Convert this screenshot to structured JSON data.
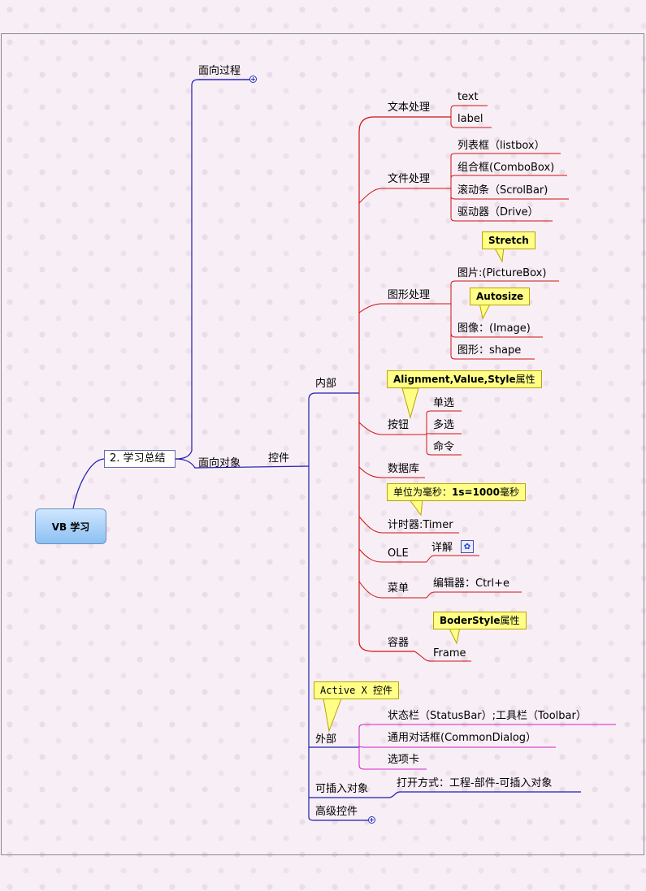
{
  "root": "VB 学习",
  "summary": "2. 学习总结",
  "branches": {
    "procedural": "面向过程",
    "oop": "面向对象",
    "controls": "控件"
  },
  "internal": {
    "label": "内部",
    "text_processing": {
      "label": "文本处理",
      "items": [
        "text",
        "label"
      ]
    },
    "file_processing": {
      "label": "文件处理",
      "items": [
        "列表框（listbox）",
        "组合框(ComboBox)",
        "滚动条（ScrolBar)",
        "驱动器（Drive）"
      ]
    },
    "graphics_processing": {
      "label": "图形处理",
      "items": [
        "图片:(PictureBox)",
        "图像：(Image)",
        "图形：shape"
      ],
      "notes": [
        "Stretch",
        "Autosize"
      ]
    },
    "button": {
      "label": "按钮",
      "items": [
        "单选",
        "多选",
        "命令"
      ],
      "note_bold": "Alignment,Value,Style",
      "note_tail": "属性"
    },
    "database": {
      "label": "数据库"
    },
    "timer": {
      "label": "计时器:Timer",
      "note_a": "单位为毫秒：",
      "note_b": "1s=1000",
      "note_c": "毫秒"
    },
    "ole": {
      "label": "OLE",
      "item": "详解"
    },
    "menu": {
      "label": "菜单",
      "item": "编辑器：Ctrl+e"
    },
    "container": {
      "label": "容器",
      "item": "Frame",
      "note_bold": "BoderStyle",
      "note_tail": "属性"
    }
  },
  "external": {
    "label": "外部",
    "note": "Active X 控件",
    "items": [
      "状态栏（StatusBar）;工具栏（Toolbar）",
      "通用对话框(CommonDialog）",
      "选项卡"
    ]
  },
  "insertable": {
    "label": "可插入对象",
    "item": "打开方式：工程-部件-可插入对象"
  },
  "advanced": {
    "label": "高级控件"
  },
  "colors": {
    "blue": "#1c1cb0",
    "red": "#d01010",
    "magenta": "#d020c8",
    "note_fill": "#ffff88"
  }
}
